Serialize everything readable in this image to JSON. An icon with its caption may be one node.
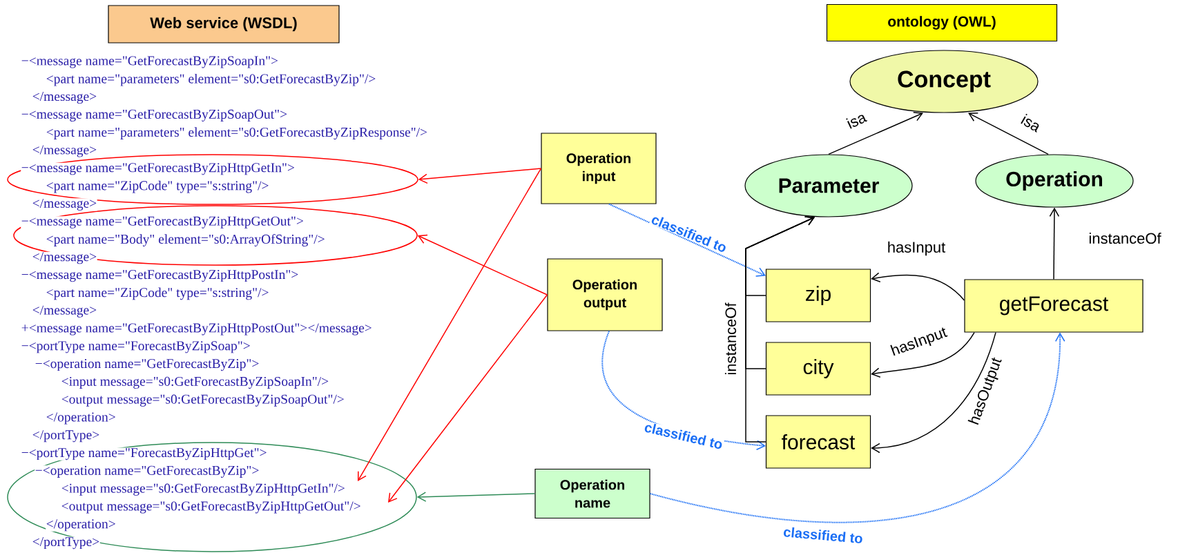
{
  "diagram": {
    "nodes": [
      {
        "text": [
          "Web service (WSDL)"
        ]
      },
      {
        "text": [
          "ontology (OWL)"
        ]
      },
      {
        "text": [],
        "shape": "ellipse"
      },
      {
        "text": [],
        "shape": "ellipse"
      },
      {
        "text": [],
        "shape": "ellipse"
      },
      {
        "text": [
          "Operation input"
        ]
      },
      {
        "text": [
          "Operation output"
        ]
      },
      {
        "text": [
          "Operation name"
        ]
      },
      {
        "text": [
          "Concept"
        ]
      },
      {
        "text": [
          "Parameter"
        ]
      },
      {
        "text": [
          "Operation"
        ]
      },
      {
        "text": [
          "zip"
        ]
      },
      {
        "text": [
          "city"
        ]
      },
      {
        "text": [
          "forecast"
        ]
      },
      {
        "text": [
          "getForecast"
        ]
      }
    ],
    "edges": [
      {
        "from": 5,
        "to": 2,
        "arrow": "to",
        "color": "#ff0000"
      },
      {
        "from": 5,
        "to": 4,
        "arrow": "to",
        "color": "#ff0000"
      },
      {
        "from": 6,
        "to": 3,
        "arrow": "to",
        "color": "#ff0000"
      },
      {
        "from": 6,
        "to": 4,
        "arrow": "to",
        "color": "#ff0000"
      },
      {
        "from": 7,
        "to": 4,
        "arrow": "to",
        "color": "#2e8b57"
      },
      {
        "from": 5,
        "to": 11,
        "arrow": "to",
        "label": "classified to",
        "style": "dashed",
        "color": "#1a6ef5"
      },
      {
        "from": 6,
        "to": 13,
        "arrow": "to",
        "label": "classified to",
        "style": "dashed",
        "color": "#1a6ef5"
      },
      {
        "from": 7,
        "to": 14,
        "arrow": "to",
        "label": "classified to",
        "style": "dashed",
        "color": "#1a6ef5"
      },
      {
        "from": 9,
        "to": 8,
        "arrow": "to",
        "label": "isa"
      },
      {
        "from": 10,
        "to": 8,
        "arrow": "to",
        "label": "isa"
      },
      {
        "from": 14,
        "to": 10,
        "arrow": "to",
        "label": "instanceOf"
      },
      {
        "from": 14,
        "to": 11,
        "arrow": "to",
        "label": "hasInput"
      },
      {
        "from": 14,
        "to": 12,
        "arrow": "to",
        "label": "hasInput"
      },
      {
        "from": 14,
        "to": 13,
        "arrow": "to",
        "label": "hasOutput"
      },
      {
        "from": 11,
        "to": 9,
        "arrow": "to"
      },
      {
        "from": 12,
        "to": 9,
        "arrow": "to",
        "label": "instanceOf"
      },
      {
        "from": 13,
        "to": 9,
        "arrow": "to"
      }
    ],
    "labels": [
      "−<message name=\"GetForecastByZipSoapIn\">",
      "<part name=\"parameters\" element=\"s0:GetForecastByZip\"/>",
      "</message>",
      "−<message name=\"GetForecastByZipSoapOut\">",
      "<part name=\"parameters\" element=\"s0:GetForecastByZipResponse\"/>",
      "</message>",
      "−<message name=\"GetForecastByZipHttpGetIn\">",
      "<part name=\"ZipCode\" type=\"s:string\"/>",
      "</message>",
      "−<message name=\"GetForecastByZipHttpGetOut\">",
      "<part name=\"Body\" element=\"s0:ArrayOfString\"/>",
      "</message>",
      "−<message name=\"GetForecastByZipHttpPostIn\">",
      "<part name=\"ZipCode\" type=\"s:string\"/>",
      "</message>",
      "+<message name=\"GetForecastByZipHttpPostOut\"></message>",
      "−<portType name=\"ForecastByZipSoap\">",
      "−<operation name=\"GetForecastByZip\">",
      "<input message=\"s0:GetForecastByZipSoapIn\"/>",
      "<output message=\"s0:GetForecastByZipSoapOut\"/>",
      "</operation>",
      "</portType>",
      "−<portType name=\"ForecastByZipHttpGet\">",
      "−<operation name=\"GetForecastByZip\">",
      "<input message=\"s0:GetForecastByZipHttpGetIn\"/>",
      "<output message=\"s0:GetForecastByZipHttpGetOut\"/>",
      "</operation>",
      "</portType>"
    ]
  }
}
